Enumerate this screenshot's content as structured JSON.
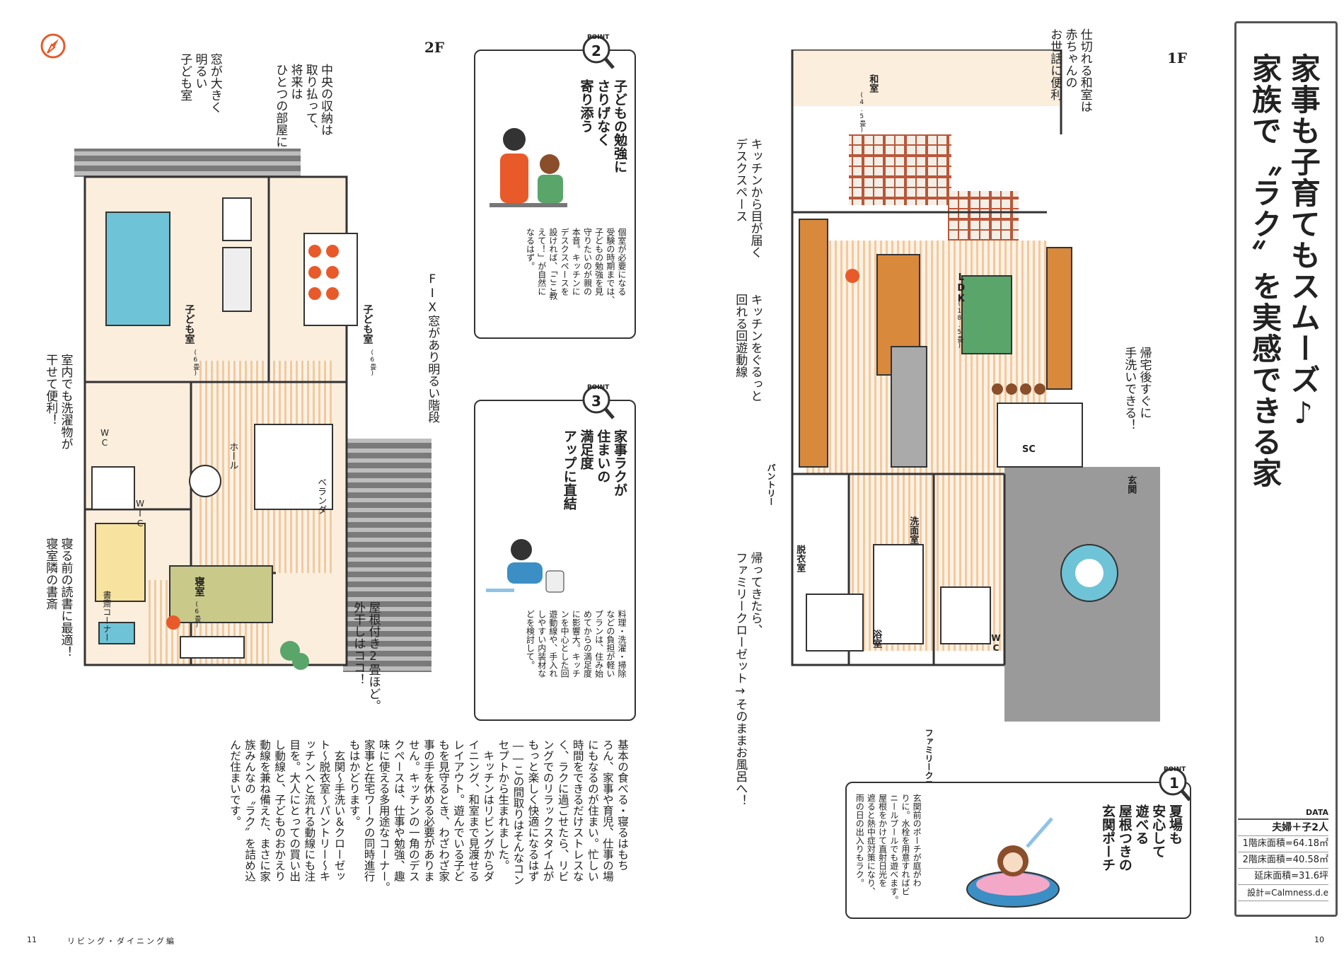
{
  "page": {
    "floor_2f": "2F",
    "floor_1f": "1F",
    "page_left": "11",
    "page_right": "10",
    "section": "リビング・ダイニング編"
  },
  "title": "家事も子育てもスムーズ♪\n家族で〝ラク〟を実感できる家",
  "colors": {
    "accent": "#e85a2a",
    "wood": "#d9893b",
    "floor": "#fbeedd",
    "tile": "#b8b8b8"
  },
  "points": [
    {
      "badge": "POINT",
      "num": "2",
      "heading": "子どもの勉強に\nさりげなく\n寄り添う",
      "body": "個室が必要になる\n受験の時期までは、\n子どもの勉強を見\n守りたいのが親の\n本音。キッチンに\nデスクスペースを\n設ければ、「ここ教\nえて！」が自然に\nなるはず。"
    },
    {
      "badge": "POINT",
      "num": "3",
      "heading": "家事ラクが\n住まいの\n満足度\nアップに直結",
      "body": "料理・洗濯・掃除\nなどの負担が軽い\nプランは、住み始\nめてからの満足度\nに影響大。キッチ\nンを中心とした回\n遊動線や、手入れ\nしやすい内装材な\nどを検討して。"
    },
    {
      "badge": "POINT",
      "num": "1",
      "heading": "夏場も\n安心して\n遊べる\n屋根つきの\n玄関ポーチ",
      "body": "玄関前のポーチが庭がわ\nりに。水栓を用意すればビ\nニールプールでも遊べます。\n屋根をかけて直射日光を\n遮ると熱中症対策になり、\n雨の日の出入りもラク。"
    }
  ],
  "callouts_2f": [
    "窓が大きく\n明るい\n子ども室",
    "中央の収納は\n取り払って、\n将来は\nひとつの部屋に",
    "FIX窓があり明るい階段",
    "室内でも洗濯物が\n干せて便利！",
    "寝る前の読書に最適！\n寝室隣の書斎",
    "屋根付き2畳ほど。\n外干しはココ！"
  ],
  "callouts_1f": [
    "仕切れる和室は\n赤ちゃんの\nお世話に便利",
    "キッチンから目が届く\nデスクスペース",
    "キッチンをぐるっと\n回れる回遊動線",
    "帰宅後すぐに\n手洗いできる！",
    "帰ってきたら、\nファミリークローゼット→そのままお風呂へ！"
  ],
  "rooms_2f": [
    "子ども室",
    "(6畳)",
    "子ども室",
    "(6畳)",
    "ホール",
    "ベランダ",
    "WC",
    "WIC",
    "寝室",
    "(6畳)",
    "書斎コーナー"
  ],
  "rooms_1f": [
    "和室",
    "(4.5畳)",
    "LDK",
    "(18.5畳)",
    "SC",
    "玄関",
    "パントリー",
    "洗面室",
    "脱衣室",
    "浴室",
    "WC",
    "ファミリークローゼット"
  ],
  "body_text": "基本の食べる・寝るはもち\nろん、家事や育児、仕事の場\nにもなるのが住まい。忙しい\n時間をできるだけストレスな\nく、ラクに過ごせたら、リビ\nングでのリラックスタイムが\nもっと楽しく快適になるはず\n――この間取りはそんなコン\nセプトから生まれました。\n　キッチンはリビングからダ\nイニング、和室まで見渡せる\nレイアウト。遊んでいる子ど\nもを見守るとき、わざわざ家\n事の手を休める必要がありま\nせん。キッチンの一角のデス\nクペースは、仕事や勉強、趣\n味に使える多用途なコーナー。\n家事と在宅ワークの同時進行\nもはかどります。\n　玄関～手洗い＆クローゼッ\nト～脱衣室～パントリー～キ\nッチンへと流れる動線にも注\n目を。大人にとっての買い出\nし動線と、子どものおかえり\n動線を兼ね備えた、まさに家\n族みんなの〝ラク〟を詰め込\nんだ住まいです。",
  "data_box": {
    "label": "DATA",
    "rows": [
      "夫婦＋子2人",
      "1階床面積=64.18㎡",
      "2階床面積=40.58㎡",
      "延床面積=31.6坪",
      "設計=Calmness.d.e"
    ]
  }
}
